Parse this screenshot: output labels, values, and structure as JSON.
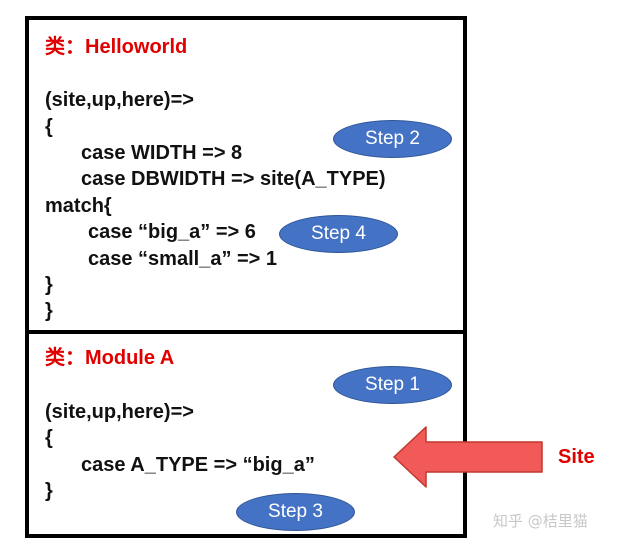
{
  "top_block": {
    "title": "类：Helloworld",
    "lines": [
      "(site,up,here)=>",
      "{",
      "case WIDTH => 8",
      "case DBWIDTH => site(A_TYPE)",
      "match{",
      "case “big_a” => 6",
      "case “small_a” => 1",
      "}",
      "}"
    ]
  },
  "bottom_block": {
    "title": "类：Module A",
    "lines": [
      "(site,up,here)=>",
      "{",
      "case A_TYPE => “big_a”",
      "}"
    ]
  },
  "steps": [
    "Step 2",
    "Step 4",
    "Step 1",
    "Step 3"
  ],
  "arrow_label": "Site",
  "watermark": "知乎 @桔里猫",
  "colors": {
    "title_red": "#e00000",
    "step_blue": "#4472c4",
    "arrow_fill": "#f25a5a",
    "arrow_stroke": "#c0392b"
  }
}
